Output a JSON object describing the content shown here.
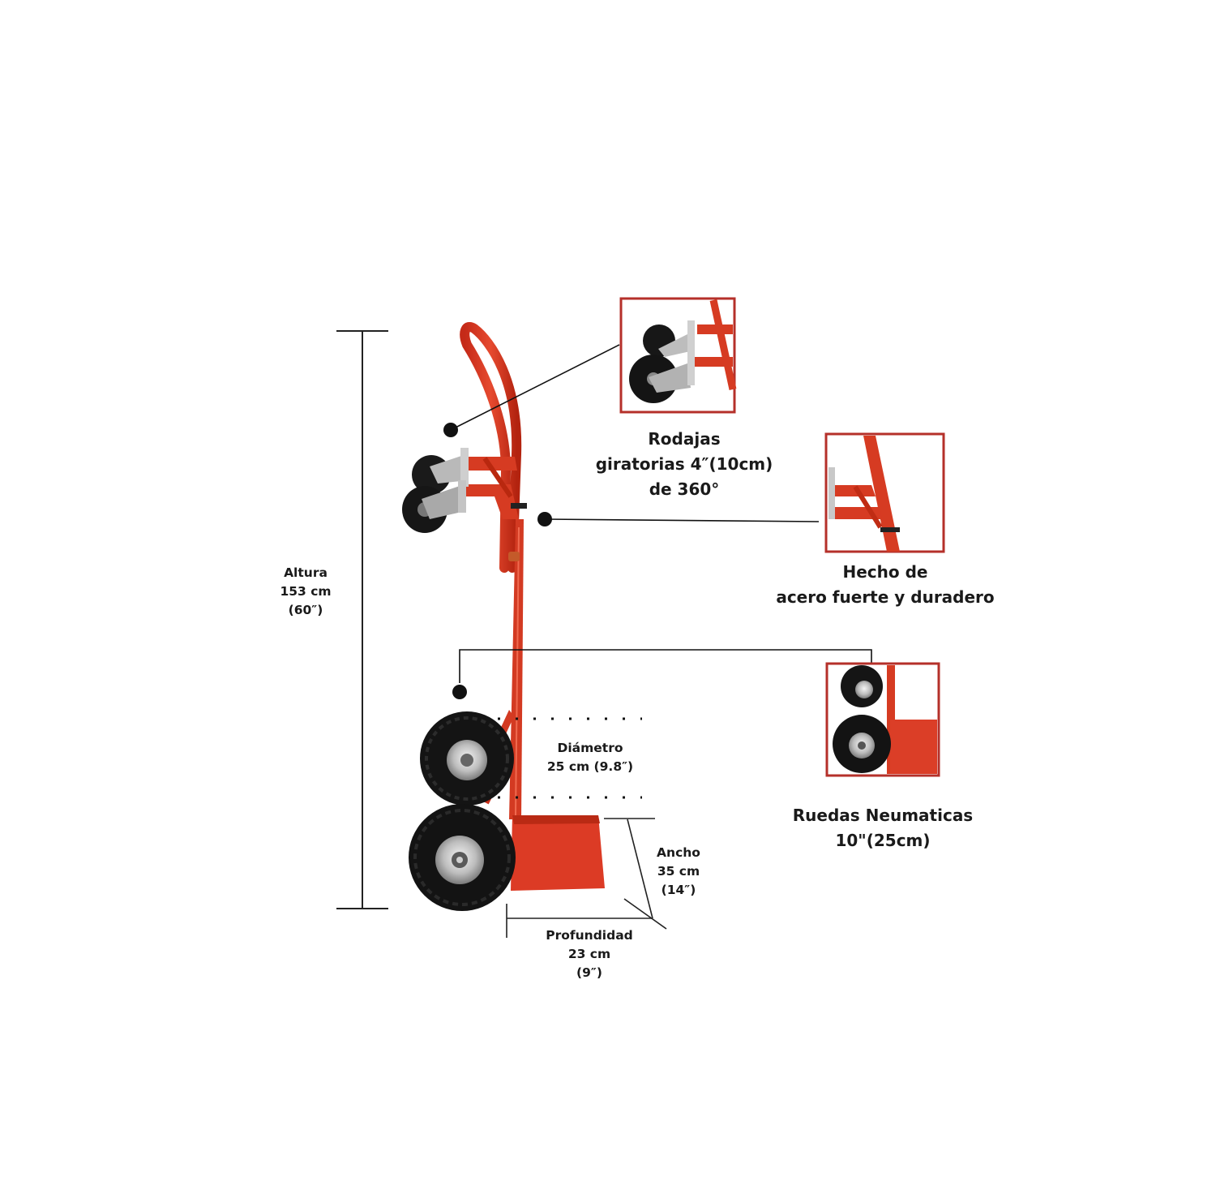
{
  "callouts": {
    "casters": {
      "lines": [
        "Rodajas",
        "giratorias 4″(10cm)",
        "de 360°"
      ]
    },
    "steel": {
      "lines": [
        "Hecho de",
        "acero fuerte y duradero"
      ]
    },
    "pneumatic": {
      "lines": [
        "Ruedas Neumaticas",
        "10\"(25cm)"
      ]
    }
  },
  "dimensions": {
    "height": {
      "lines": [
        "Altura",
        "153 cm",
        "(60″)"
      ]
    },
    "diameter": {
      "lines": [
        "Diámetro",
        "25 cm (9.8″)"
      ]
    },
    "width": {
      "lines": [
        "Ancho",
        "35 cm",
        "(14″)"
      ]
    },
    "depth": {
      "lines": [
        "Profundidad",
        "23 cm",
        "(9″)"
      ]
    }
  },
  "colors": {
    "frame_red": "#d9321f",
    "frame_dark": "#a8200f",
    "tire_black": "#141414",
    "hub_silver": "#c9c9c9",
    "inset_border": "#b5302a"
  },
  "icons": [
    "hand-truck",
    "caster-wheel",
    "pneumatic-wheel"
  ]
}
